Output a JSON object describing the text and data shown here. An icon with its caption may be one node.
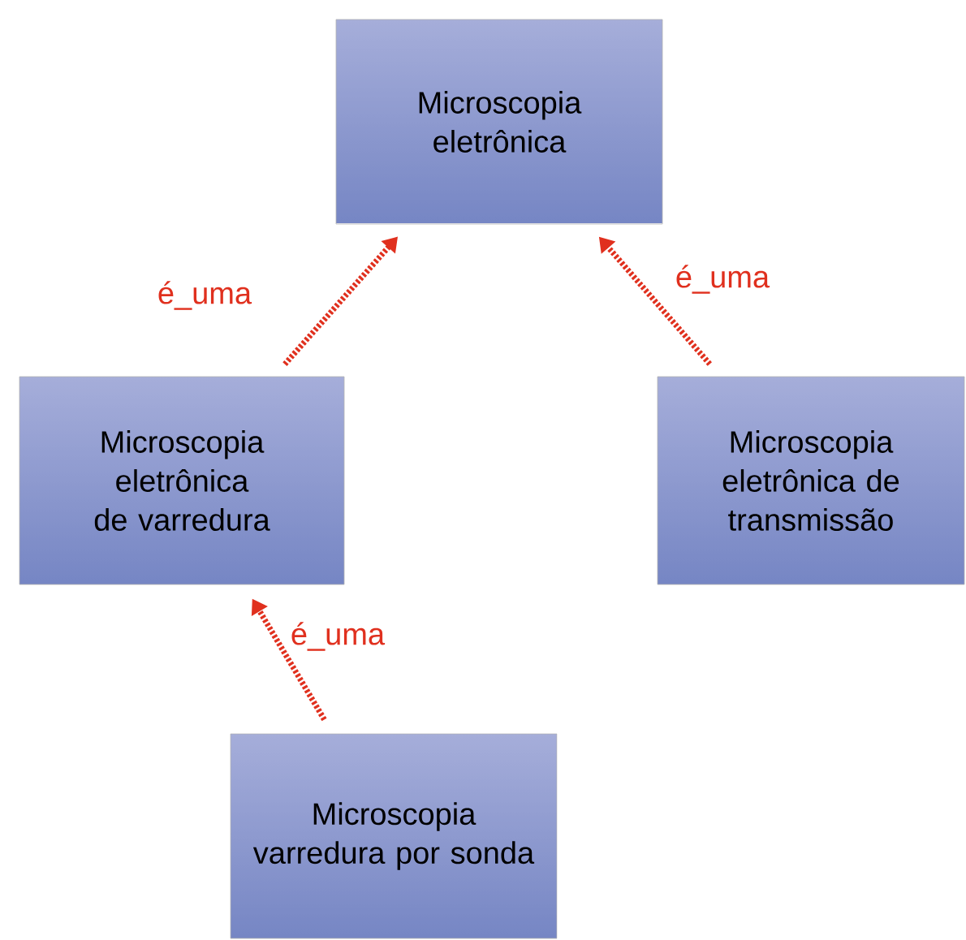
{
  "diagram": {
    "nodes": [
      {
        "text": [
          "Microscopia eletrônica"
        ]
      },
      {
        "text": [
          "Microscopia eletrônica de varredura"
        ]
      },
      {
        "text": [
          "Microscopia eletrônica de transmissão"
        ]
      },
      {
        "text": [
          "Microscopia varredura por sonda"
        ]
      }
    ],
    "edges": [
      {
        "from": 1,
        "to": 0,
        "arrow": "to",
        "label": "é_uma"
      },
      {
        "from": 2,
        "to": 0,
        "arrow": "to",
        "label": "é_uma"
      },
      {
        "from": 3,
        "to": 1,
        "arrow": "to",
        "label": "é_uma"
      }
    ]
  }
}
